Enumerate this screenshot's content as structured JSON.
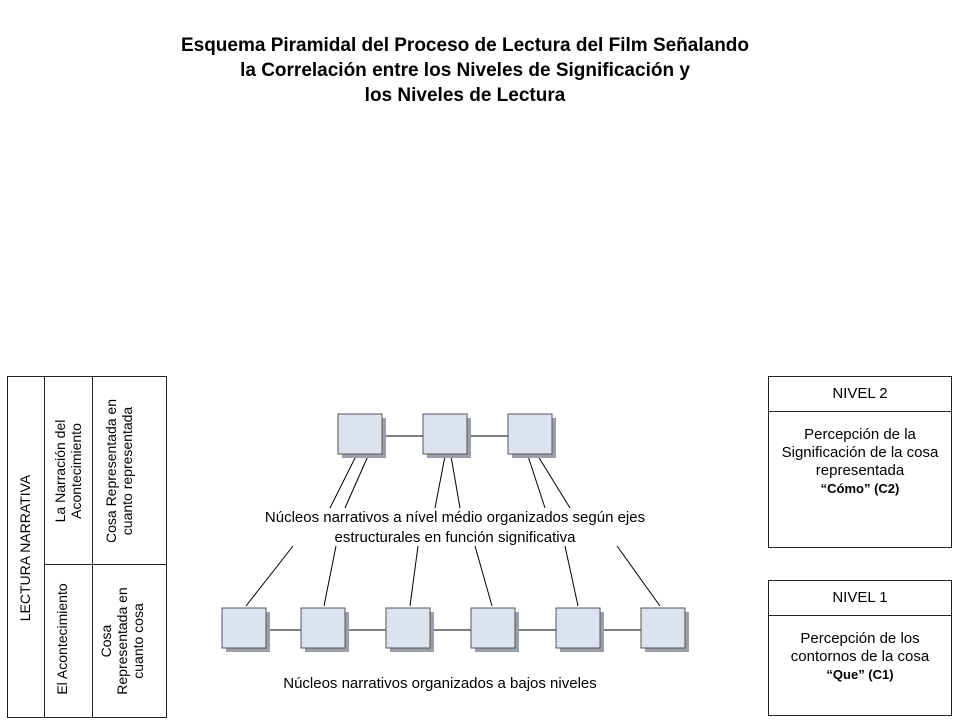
{
  "title": {
    "line1": "Esquema Piramidal del Proceso de Lectura del Film Señalando",
    "line2": "la Correlación entre los Niveles de Significación y",
    "line3": "los Niveles de Lectura"
  },
  "left_table": {
    "column_header": "LECTURA NARRATIVA",
    "upper_col1": "La Narración del\nAcontecimiento",
    "upper_col2": "Cosa Representada en\ncuanto representada",
    "lower_col1": "El Acontecimiento",
    "lower_col2": "Cosa\nRepresentada en\ncuanto cosa"
  },
  "upper_tier": {
    "label_line1": "Núcleos narrativos a nível médio organizados según ejes",
    "label_line2": "estructurales en función significativa",
    "node_count": 3
  },
  "lower_tier": {
    "label": "Núcleos narrativos organizados a bajos niveles",
    "node_count": 6
  },
  "level2": {
    "header": "NIVEL 2",
    "line1": "Percepción de la",
    "line2": "Significación de la cosa",
    "line3": "representada",
    "code": "“Cómo” (C2)"
  },
  "level1": {
    "header": "NIVEL 1",
    "line1": "Percepción de los",
    "line2": "contornos de la cosa",
    "code": "“Que”  (C1)"
  },
  "colors": {
    "node_fill": "#dde3ee",
    "node_shadow": "#9aa0ab",
    "stroke": "#000000"
  }
}
